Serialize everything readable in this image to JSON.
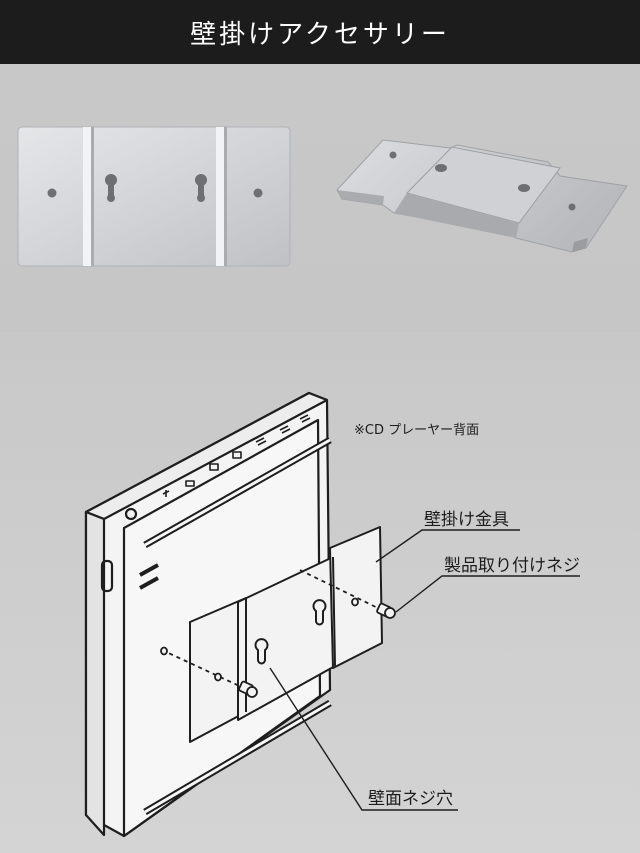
{
  "header": {
    "title": "壁掛けアクセサリー"
  },
  "diagram": {
    "note": "※CD プレーヤー背面",
    "labels": {
      "bracket": "壁掛け金具",
      "screw": "製品取り付けネジ",
      "wall_hole": "壁面ネジ穴"
    }
  },
  "colors": {
    "header_bg": "#1c1c1c",
    "header_text": "#ffffff",
    "background": "#c9c9c9",
    "metal": "#d6d8da"
  }
}
